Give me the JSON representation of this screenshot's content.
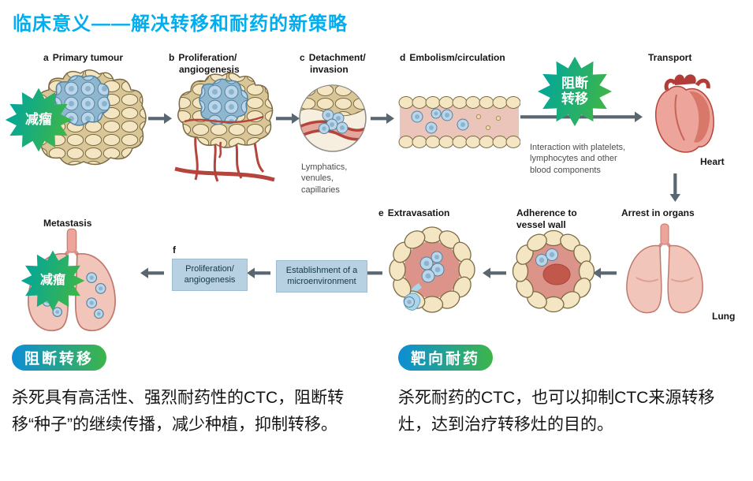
{
  "title": "临床意义——解决转移和耐药的新策略",
  "colors": {
    "title": "#00aeef",
    "starburst_teal": "#00a69c",
    "starburst_green": "#3db54a",
    "badge_blue": "#0c8ed6",
    "badge_green": "#3db54a",
    "cell_beige": "#f4e6c2",
    "cell_blue": "#bad6e8",
    "vessel_red": "#b5443c",
    "box_blue": "#b7d0e2"
  },
  "steps": {
    "a": {
      "letter": "a",
      "label": "Primary tumour"
    },
    "b": {
      "letter": "b",
      "label1": "Proliferation/",
      "label2": "angiogenesis"
    },
    "c": {
      "letter": "c",
      "label1": "Detachment/",
      "label2": "invasion"
    },
    "d": {
      "letter": "d",
      "label": "Embolism/circulation"
    },
    "e": {
      "letter": "e",
      "label": "Extravasation"
    },
    "f": {
      "letter": "f",
      "box_line1": "Proliferation/",
      "box_line2": "angiogenesis"
    }
  },
  "labels": {
    "transport": "Transport",
    "heart": "Heart",
    "arrest": "Arrest in organs",
    "lung": "Lung",
    "adherence1": "Adherence to",
    "adherence2": "vessel wall",
    "metastasis": "Metastasis",
    "establishment1": "Establishment of a",
    "establishment2": "microenvironment"
  },
  "captions": {
    "lymphatics1": "Lymphatics,",
    "lymphatics2": "venules,",
    "lymphatics3": "capillaries",
    "interaction1": "Interaction with platelets,",
    "interaction2": "lymphocytes and other",
    "interaction3": "blood components"
  },
  "starbursts": {
    "reduce1": "减瘤",
    "block_line1": "阻断",
    "block_line2": "转移",
    "reduce2": "减瘤"
  },
  "bottom": {
    "left_badge": "阻断转移",
    "left_text": "杀死具有高活性、强烈耐药性的CTC，阻断转移“种子”的继续传播，减少种植，抑制转移。",
    "right_badge": "靶向耐药",
    "right_text": "杀死耐药的CTC，也可以抑制CTC来源转移灶，达到治疗转移灶的目的。"
  }
}
